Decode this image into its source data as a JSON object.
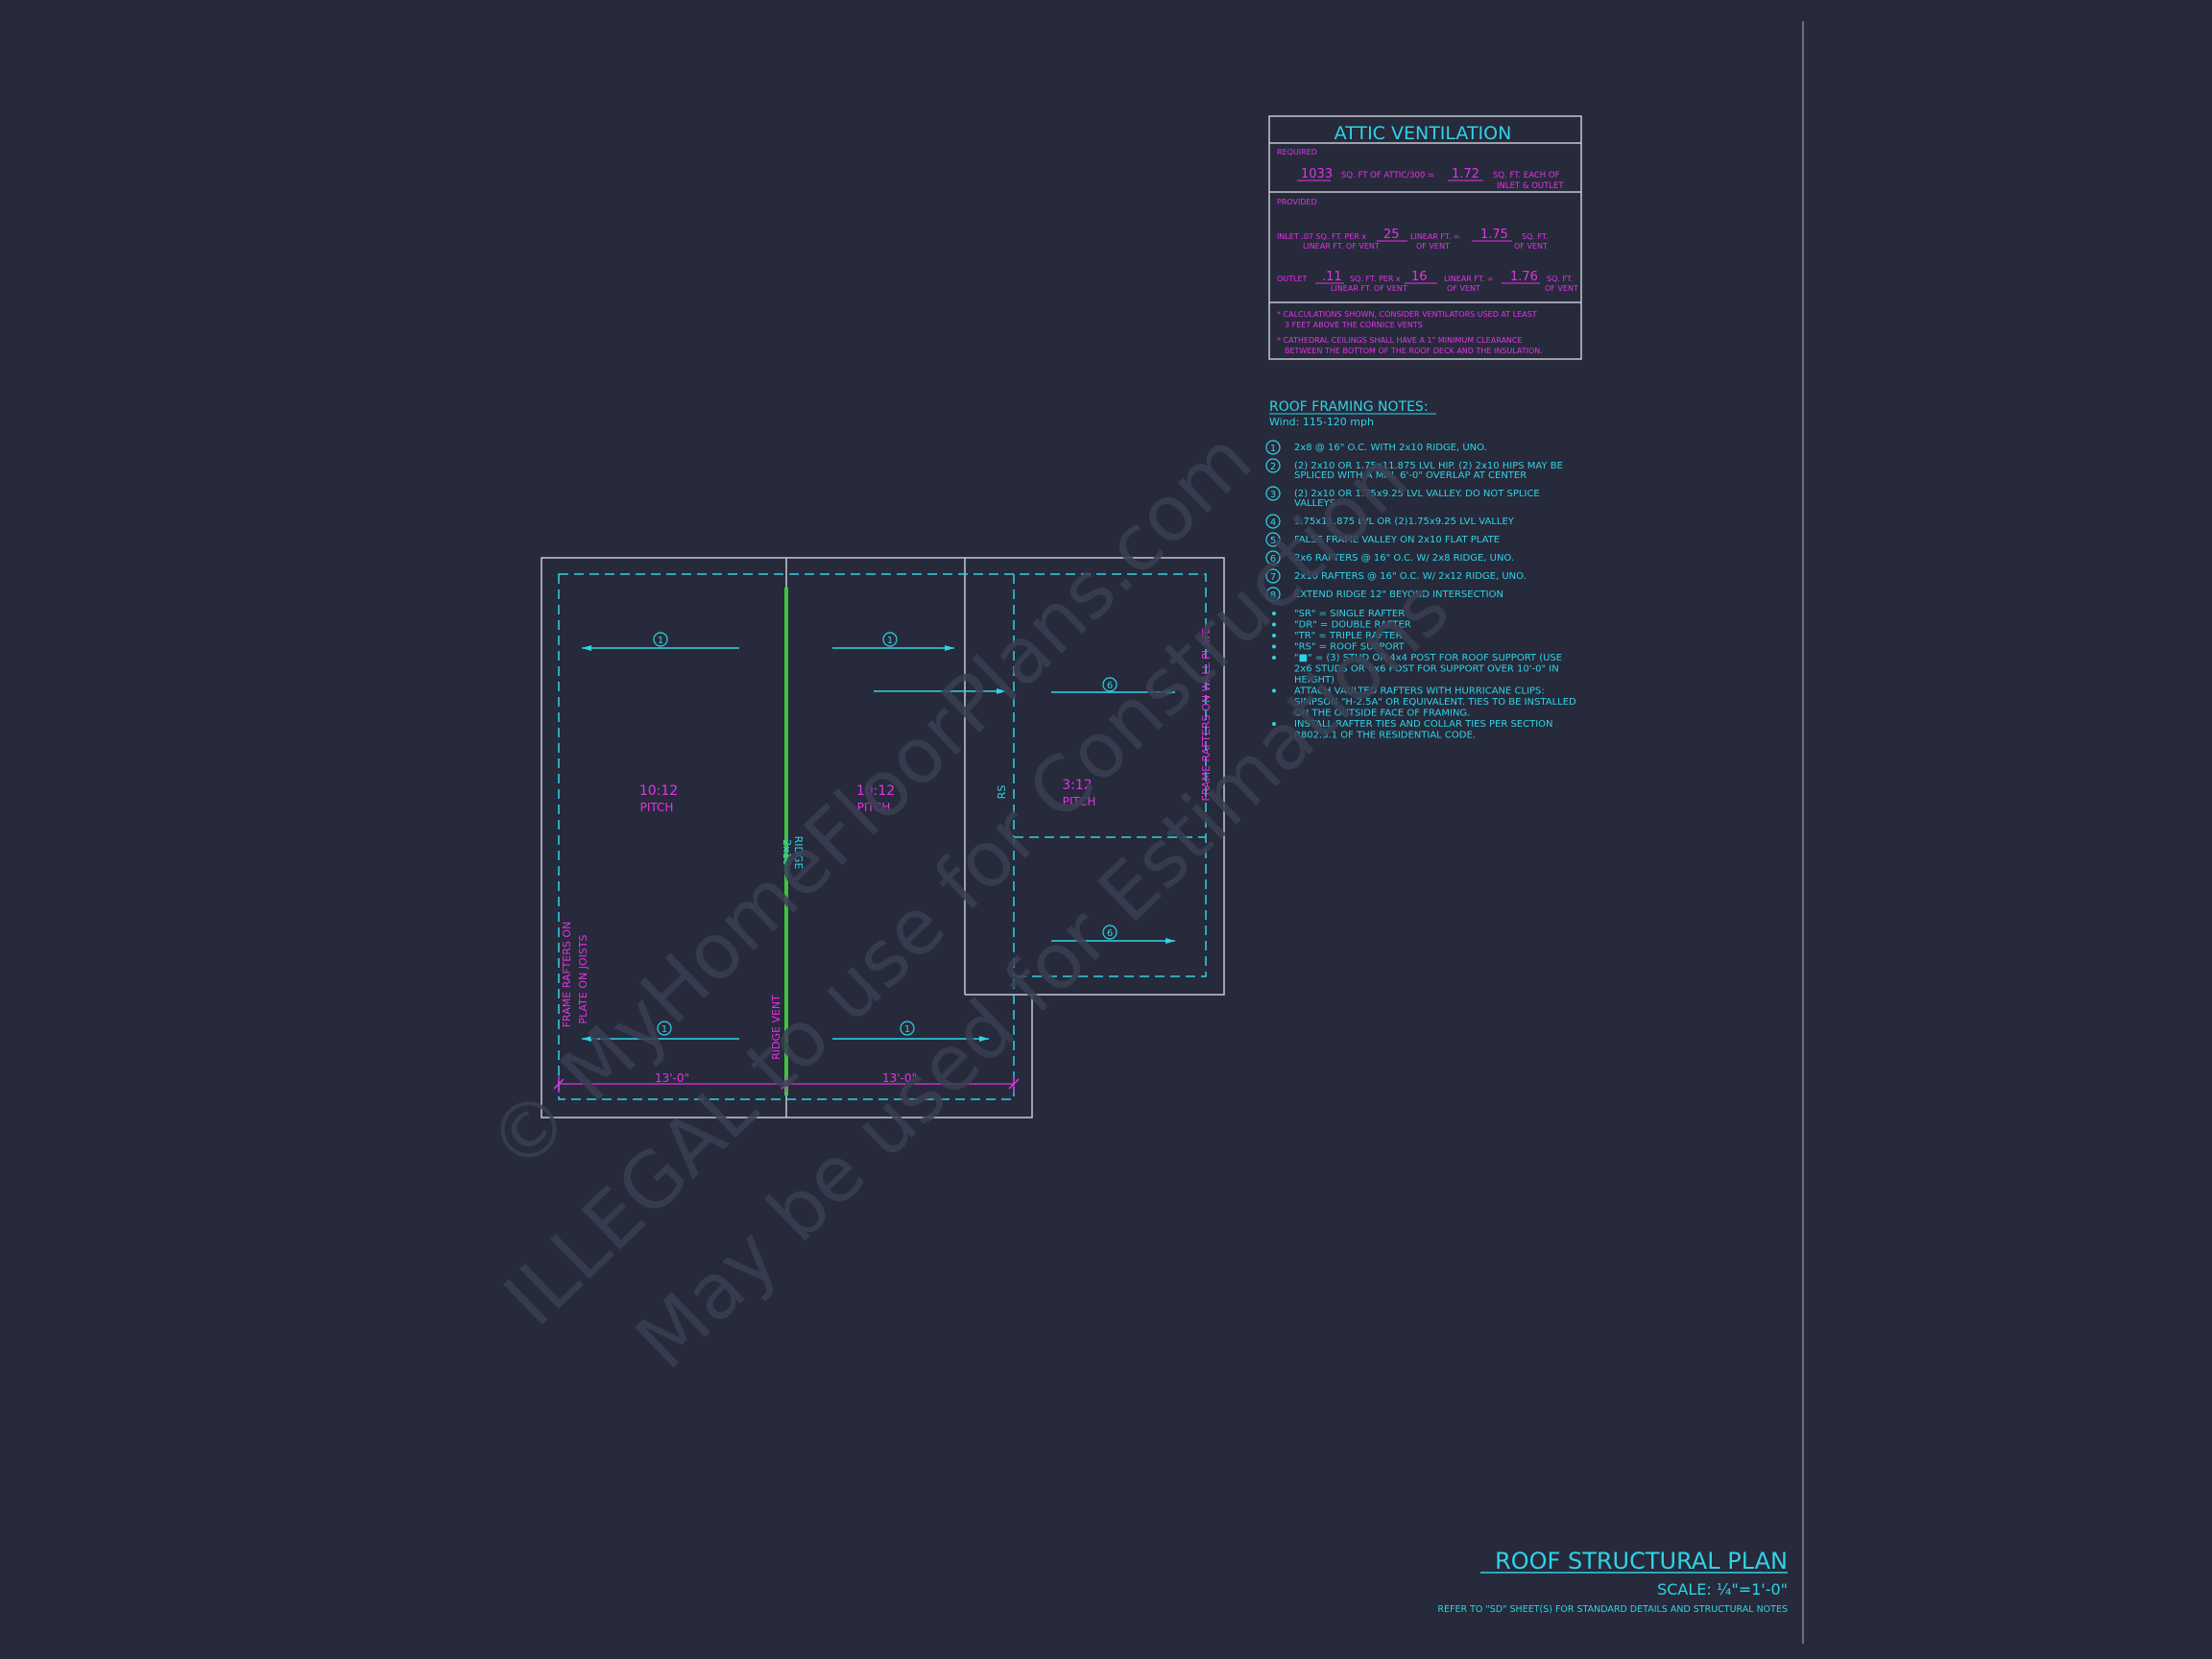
{
  "colors": {
    "background": "#262a3b",
    "cyan": "#2fd3e6",
    "magenta": "#e632e6",
    "green": "#3ec43e",
    "outline": "#c5c8d1",
    "watermark": "#3a3f52"
  },
  "watermark": {
    "line1": "© MyHomeFloorPlans.com",
    "line2": "ILLEGAL to use for Construction",
    "line3": "May be used for Estimations"
  },
  "ventilation": {
    "title": "ATTIC VENTILATION",
    "required_label": "REQUIRED",
    "req_value1": "1033",
    "req_text1": "SQ. FT OF ATTIC/300 =",
    "req_value2": "1.72",
    "req_text2": "SQ. FT. EACH OF",
    "req_text3": "INLET & OUTLET",
    "provided_label": "PROVIDED",
    "inlet_text1": "INLET .07 SQ. FT. PER x",
    "inlet_text1b": "LINEAR FT. OF VENT",
    "inlet_value1": "25",
    "inlet_text2": "LINEAR FT. =",
    "inlet_text2b": "OF VENT",
    "inlet_value2": "1.75",
    "inlet_text3": "SQ. FT.",
    "inlet_text3b": "OF VENT",
    "outlet_text1": "OUTLET",
    "outlet_value1": ".11",
    "outlet_text2": "SQ. FT. PER x",
    "outlet_text2b": "LINEAR FT. OF VENT",
    "outlet_value2": "16",
    "outlet_text3": "LINEAR FT. =",
    "outlet_text3b": "OF VENT",
    "outlet_value3": "1.76",
    "outlet_text4": "SQ. FT.",
    "outlet_text4b": "OF VENT",
    "note1a": "* CALCULATIONS SHOWN, CONSIDER VENTILATORS USED AT LEAST",
    "note1b": "3 FEET ABOVE THE CORNICE VENTS",
    "note2a": "* CATHEDRAL CEILINGS SHALL HAVE A 1\" MINIMUM CLEARANCE",
    "note2b": "BETWEEN THE BOTTOM OF THE ROOF DECK AND THE INSULATION."
  },
  "notes": {
    "title": "ROOF FRAMING NOTES:",
    "wind": "Wind: 115-120 mph",
    "items": [
      {
        "num": "1",
        "lines": [
          "2x8 @ 16\" O.C. WITH 2x10 RIDGE, UNO."
        ]
      },
      {
        "num": "2",
        "lines": [
          "(2) 2x10 OR 1.75x11.875 LVL HIP. (2) 2x10 HIPS MAY BE",
          "SPLICED WITH A MIN. 6'-0\" OVERLAP AT CENTER"
        ]
      },
      {
        "num": "3",
        "lines": [
          "(2) 2x10 OR 1.75x9.25 LVL VALLEY. DO NOT SPLICE",
          "VALLEYS"
        ]
      },
      {
        "num": "4",
        "lines": [
          "1.75x11.875 LVL OR (2)1.75x9.25 LVL VALLEY"
        ]
      },
      {
        "num": "5",
        "lines": [
          "FALSE FRAME VALLEY ON 2x10 FLAT PLATE"
        ]
      },
      {
        "num": "6",
        "lines": [
          "2x6 RAFTERS @ 16\" O.C. W/ 2x8 RIDGE, UNO."
        ]
      },
      {
        "num": "7",
        "lines": [
          "2x10 RAFTERS @ 16\" O.C. W/ 2x12 RIDGE, UNO."
        ]
      },
      {
        "num": "8",
        "lines": [
          "EXTEND RIDGE 12\" BEYOND INTERSECTION"
        ]
      }
    ],
    "bullets": [
      {
        "lines": [
          "\"SR\"  = SINGLE RAFTER"
        ]
      },
      {
        "lines": [
          "\"DR\" = DOUBLE RAFTER"
        ]
      },
      {
        "lines": [
          "\"TR\" = TRIPLE RAFTER"
        ]
      },
      {
        "lines": [
          "\"RS\" = ROOF SUPPORT"
        ]
      },
      {
        "lines": [
          "\"■\" = (3) STUD OR 4x4 POST FOR ROOF SUPPORT (USE",
          "2x6 STUDS OR 6x6 POST FOR SUPPORT OVER 10'-0\" IN",
          "HEIGHT)"
        ]
      },
      {
        "lines": [
          "ATTACH VAULTED RAFTERS WITH HURRICANE CLIPS:",
          "SIMPSON \"H-2.5A\" OR EQUIVALENT. TIES TO BE INSTALLED",
          "ON THE OUTSIDE FACE OF FRAMING."
        ]
      },
      {
        "lines": [
          "INSTALL RAFTER TIES AND COLLAR TIES PER SECTION",
          "R802.3.1 OF THE  RESIDENTIAL CODE."
        ]
      }
    ]
  },
  "plan": {
    "pitch1": "10:12",
    "pitch2": "10:12",
    "pitch3": "3:12",
    "pitch_word": "PITCH",
    "ridge_label1": "2x10",
    "ridge_label2": "RIDGE",
    "ridge_vent": "RIDGE VENT",
    "frame_left1": "FRAME RAFTERS ON",
    "frame_left2": "PLATE ON JOISTS",
    "frame_right": "FRAME RAFTERS ON WALL PLATE",
    "rs": "RS",
    "dim1": "13'-0\"",
    "dim2": "13'-0\"",
    "tag1": "1",
    "tag6": "6"
  },
  "title_block": {
    "title": "ROOF STRUCTURAL PLAN",
    "scale": "SCALE: ¼\"=1'-0\"",
    "ref": "REFER TO \"SD\" SHEET(S) FOR STANDARD DETAILS AND STRUCTURAL NOTES"
  }
}
